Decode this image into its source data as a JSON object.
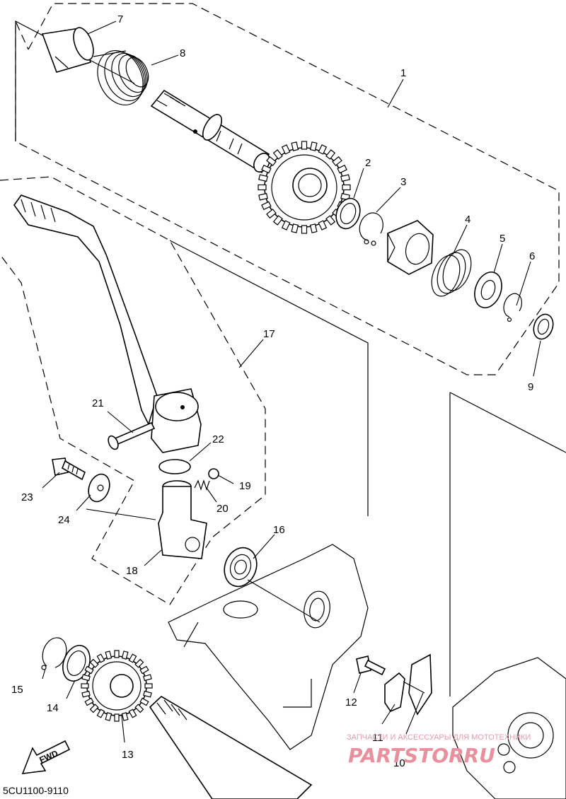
{
  "diagram_code": "5CU1100-9110",
  "fwd_label": "FWD",
  "watermark": {
    "tagline": "ЗАПЧАСТИ И АКСЕССУАРЫ ДЛЯ МОТОТЕХНИКИ",
    "logo": "PARTSTORRU"
  },
  "callouts": [
    {
      "id": "c1",
      "label": "1"
    },
    {
      "id": "c2",
      "label": "2"
    },
    {
      "id": "c3",
      "label": "3"
    },
    {
      "id": "c4",
      "label": "4"
    },
    {
      "id": "c5",
      "label": "5"
    },
    {
      "id": "c6",
      "label": "6"
    },
    {
      "id": "c7",
      "label": "7"
    },
    {
      "id": "c8",
      "label": "8"
    },
    {
      "id": "c9",
      "label": "9"
    },
    {
      "id": "c10",
      "label": "10"
    },
    {
      "id": "c11",
      "label": "11"
    },
    {
      "id": "c12",
      "label": "12"
    },
    {
      "id": "c13",
      "label": "13"
    },
    {
      "id": "c14",
      "label": "14"
    },
    {
      "id": "c15",
      "label": "15"
    },
    {
      "id": "c16",
      "label": "16"
    },
    {
      "id": "c17",
      "label": "17"
    },
    {
      "id": "c18",
      "label": "18"
    },
    {
      "id": "c19",
      "label": "19"
    },
    {
      "id": "c20",
      "label": "20"
    },
    {
      "id": "c21",
      "label": "21"
    },
    {
      "id": "c22",
      "label": "22"
    },
    {
      "id": "c23",
      "label": "23"
    },
    {
      "id": "c24",
      "label": "24"
    }
  ]
}
